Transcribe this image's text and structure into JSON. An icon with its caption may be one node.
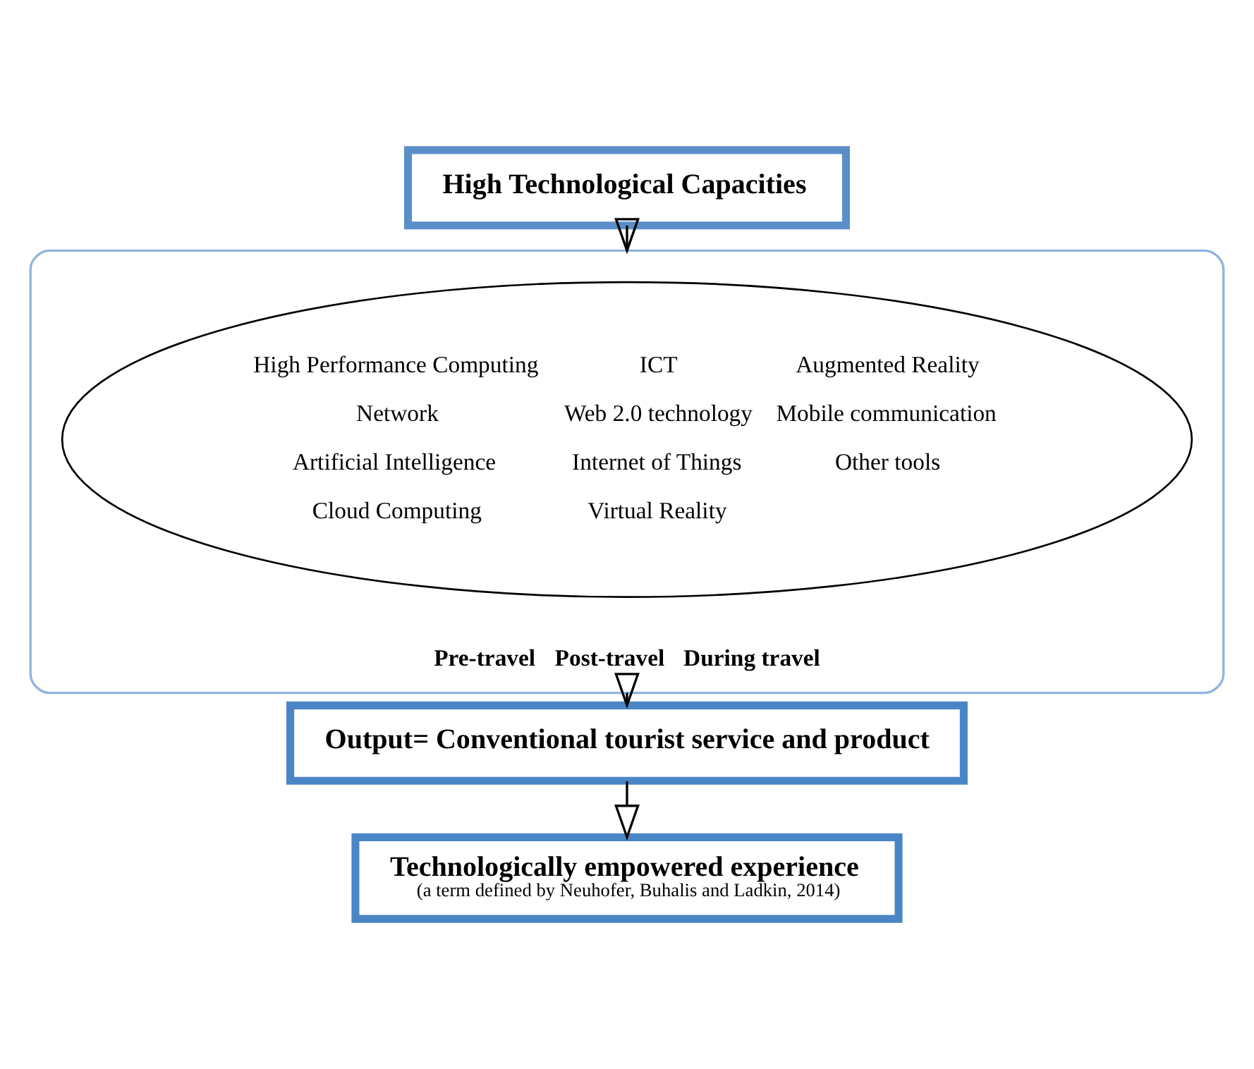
{
  "diagram": {
    "nodes": [
      {
        "text": [
          "High Technological Capacities"
        ]
      },
      {
        "text": [
          "Pre-travel",
          "Post-travel",
          "During travel"
        ]
      },
      {
        "text": [
          "High Performance Computing",
          "ICT",
          "Augmented Reality",
          "Network",
          "Web 2.0 technology",
          "Mobile communication",
          "Artificial Intelligence",
          "Internet of Things",
          "Other tools",
          "Cloud Computing",
          "Virtual Reality"
        ],
        "in": 1
      },
      {
        "text": [
          "Output= Conventional tourist service and product"
        ]
      },
      {
        "text": [
          "Technologically empowered experience",
          "(a term defined by Neuhofer, Buhalis and Ladkin, 2014)"
        ]
      }
    ],
    "edges": [
      {
        "from": 0,
        "to": 1,
        "arrow": "to"
      },
      {
        "from": 1,
        "to": 3,
        "arrow": "to"
      },
      {
        "from": 3,
        "to": 4,
        "arrow": "to"
      }
    ]
  }
}
